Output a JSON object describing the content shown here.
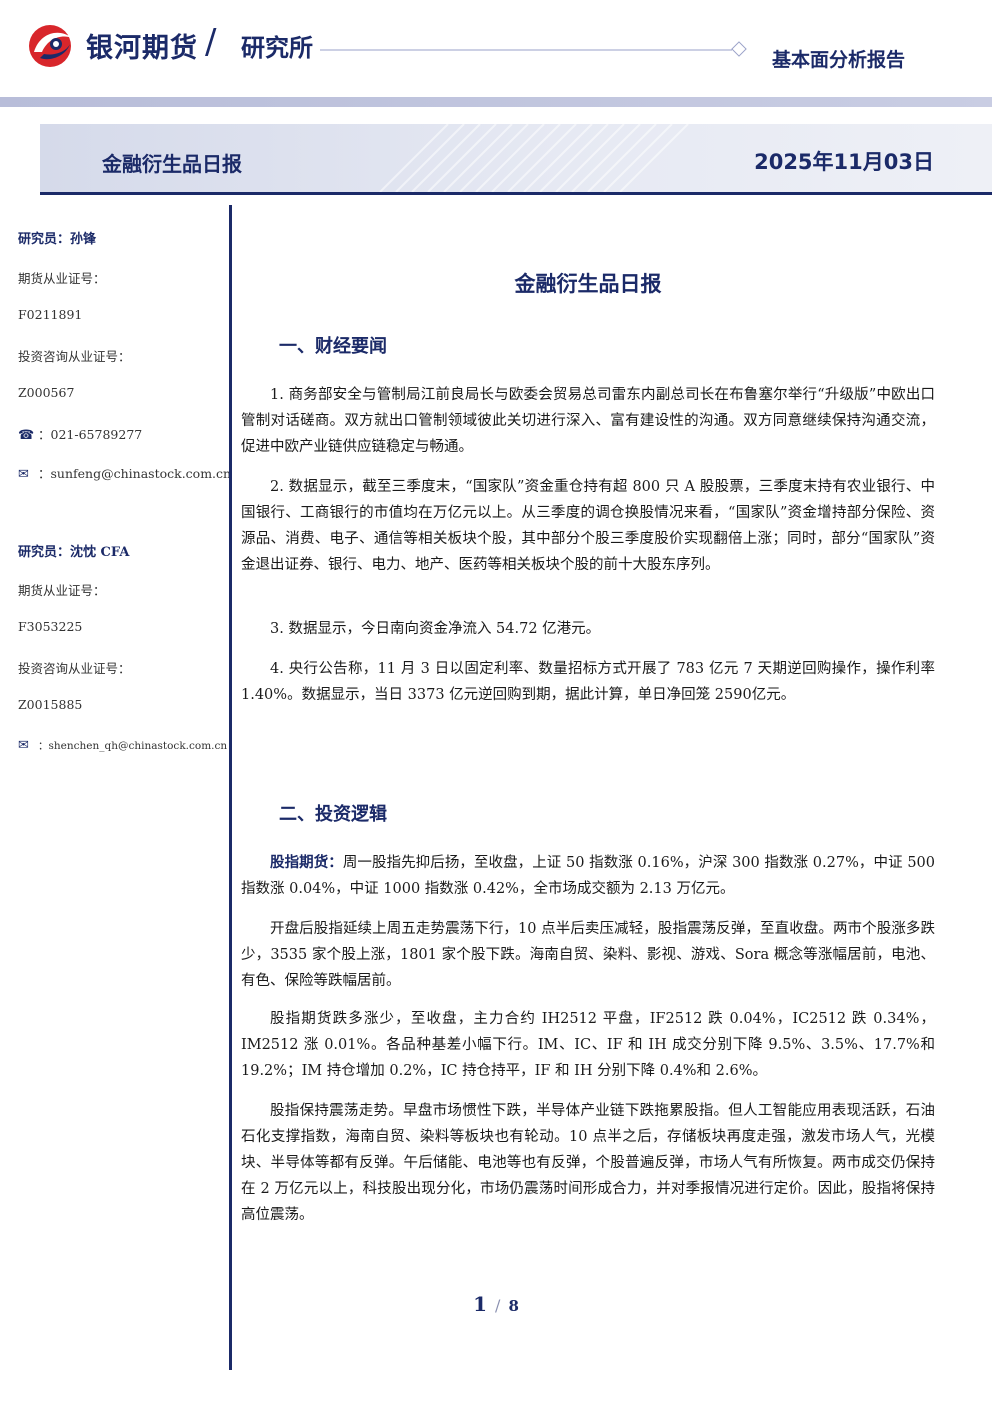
{
  "header": {
    "brand": "银河期货",
    "slash": "/",
    "dept": "研究所",
    "report_type": "基本面分析报告",
    "colors": {
      "primary": "#1b2a68",
      "accent_red": "#d8262b"
    }
  },
  "banner": {
    "title": "金融衍生品日报",
    "date": "2025年11月03日"
  },
  "sidebar": {
    "analysts": [
      {
        "name": "研究员：孙锋",
        "futures_label": "期货从业证号：",
        "futures_no": "F0211891",
        "consult_label": "投资咨询从业证号：",
        "consult_no": "Z000567",
        "phone_icon": "phone-icon",
        "phone": "021-65789277",
        "email_icon": "mail-icon",
        "email": "sunfeng@chinastock.com.cn"
      },
      {
        "name": "研究员：沈忱 CFA",
        "futures_label": "期货从业证号：",
        "futures_no": "F3053225",
        "consult_label": "投资咨询从业证号：",
        "consult_no": "Z0015885",
        "email_icon": "mail-icon",
        "email": "shenchen_qh@chinastock.com.cn"
      }
    ]
  },
  "main": {
    "title": "金融衍生品日报",
    "sections": [
      {
        "heading": "一、财经要闻",
        "paragraphs": [
          "1. 商务部安全与管制局江前良局长与欧委会贸易总司雷东内副总司长在布鲁塞尔举行“升级版”中欧出口管制对话磋商。双方就出口管制领域彼此关切进行深入、富有建设性的沟通。双方同意继续保持沟通交流，促进中欧产业链供应链稳定与畅通。",
          "2. 数据显示，截至三季度末，“国家队”资金重仓持有超 800 只 A 股股票，三季度末持有农业银行、中国银行、工商银行的市值均在万亿元以上。从三季度的调仓换股情况来看，“国家队”资金增持部分保险、资源品、消费、电子、通信等相关板块个股，其中部分个股三季度股价实现翻倍上涨；同时，部分“国家队”资金退出证券、银行、电力、地产、医药等相关板块个股的前十大股东序列。",
          "3. 数据显示，今日南向资金净流入 54.72 亿港元。",
          "4. 央行公告称，11 月 3 日以固定利率、数量招标方式开展了 783 亿元 7 天期逆回购操作，操作利率 1.40%。数据显示，当日 3373 亿元逆回购到期，据此计算，单日净回笼 2590亿元。"
        ]
      },
      {
        "heading": "二、投资逻辑",
        "lead": "股指期货：",
        "lead_text": "周一股指先抑后扬，至收盘，上证 50 指数涨 0.16%，沪深 300 指数涨 0.27%，中证 500 指数涨 0.04%，中证 1000 指数涨 0.42%，全市场成交额为 2.13 万亿元。",
        "paragraphs": [
          "开盘后股指延续上周五走势震荡下行，10 点半后卖压减轻，股指震荡反弹，至直收盘。两市个股涨多跌少，3535 家个股上涨，1801 家个股下跌。海南自贸、染料、影视、游戏、Sora 概念等涨幅居前，电池、有色、保险等跌幅居前。",
          "股指期货跌多涨少，至收盘，主力合约 IH2512 平盘，IF2512 跌 0.04%，IC2512 跌 0.34%，IM2512 涨 0.01%。各品种基差小幅下行。IM、IC、IF 和 IH 成交分别下降 9.5%、3.5%、17.7%和 19.2%；IM 持仓增加 0.2%，IC 持仓持平，IF 和 IH 分别下降 0.4%和 2.6%。",
          "股指保持震荡走势。早盘市场惯性下跌，半导体产业链下跌拖累股指。但人工智能应用表现活跃，石油石化支撑指数，海南自贸、染料等板块也有轮动。10 点半之后，存储板块再度走强，激发市场人气，光模块、半导体等都有反弹。午后储能、电池等也有反弹，个股普遍反弹，市场人气有所恢复。两市成交仍保持在 2 万亿元以上，科技股出现分化，市场仍震荡时间形成合力，并对季报情况进行定价。因此，股指将保持高位震荡。"
        ]
      }
    ]
  },
  "pager": {
    "current": "1",
    "separator": "/",
    "total": "8"
  }
}
